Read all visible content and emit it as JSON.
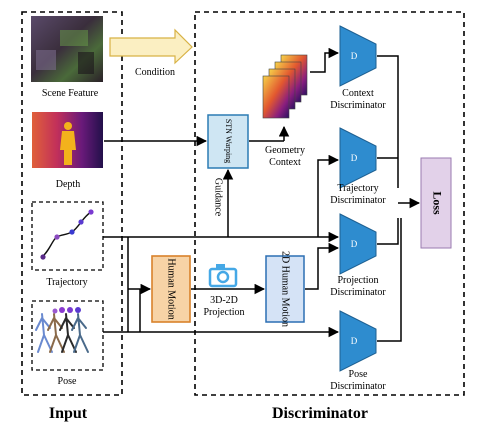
{
  "input_panel": {
    "title": "Input",
    "scene_feature_label": "Scene Feature",
    "depth_label": "Depth",
    "trajectory_label": "Trajectory",
    "pose_label": "Pose"
  },
  "discriminator_panel": {
    "title": "Discriminator",
    "condition_label": "Condition",
    "stn_warping_label": "STN Warping",
    "guidance_label": "Guidance",
    "geometry_context_line1": "Geometry",
    "geometry_context_line2": "Context",
    "human_motion_label": "Human Motion",
    "projection_line1": "3D-2D",
    "projection_line2": "Projection",
    "human_motion_2d_label": "2D Human Motion",
    "discriminator_symbol": "D",
    "context_disc_line1": "Context",
    "context_disc_line2": "Discriminator",
    "trajectory_disc_line1": "Trajectory",
    "trajectory_disc_line2": "Discriminator",
    "projection_disc_line1": "Projection",
    "projection_disc_line2": "Discriminator",
    "pose_disc_line1": "Pose",
    "pose_disc_line2": "Discriminator",
    "loss_label": "Loss"
  },
  "colors": {
    "discriminator_fill": "#2e8ccf",
    "stn_fill": "#cfe6f3",
    "human_motion_fill": "#f7d3a6",
    "human_motion_border": "#d9822b",
    "motion2d_fill": "#d5e3f6",
    "loss_fill": "#e2d1e9",
    "condition_arrow_fill": "#fbefc2",
    "camera_color": "#45a8e6"
  }
}
